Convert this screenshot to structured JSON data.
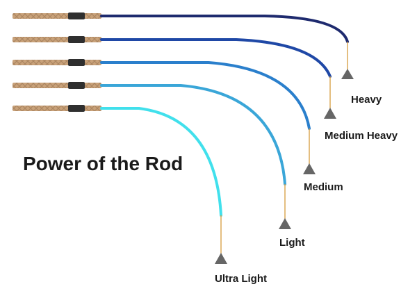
{
  "title": "Power of the Rod",
  "handle_colors": {
    "cork": "#c9a27a",
    "cork_dark": "#9b7652",
    "reel_seat": "#2f2f2f"
  },
  "line_color": "#d8a24a",
  "sinker_color": "#666666",
  "rods": [
    {
      "label": "Heavy",
      "color": "#1e2a6e"
    },
    {
      "label": "Medium Heavy",
      "color": "#1f48a6"
    },
    {
      "label": "Medium",
      "color": "#2a7fcc"
    },
    {
      "label": "Light",
      "color": "#3aa6d8"
    },
    {
      "label": "Ultra Light",
      "color": "#41e0ec"
    }
  ]
}
